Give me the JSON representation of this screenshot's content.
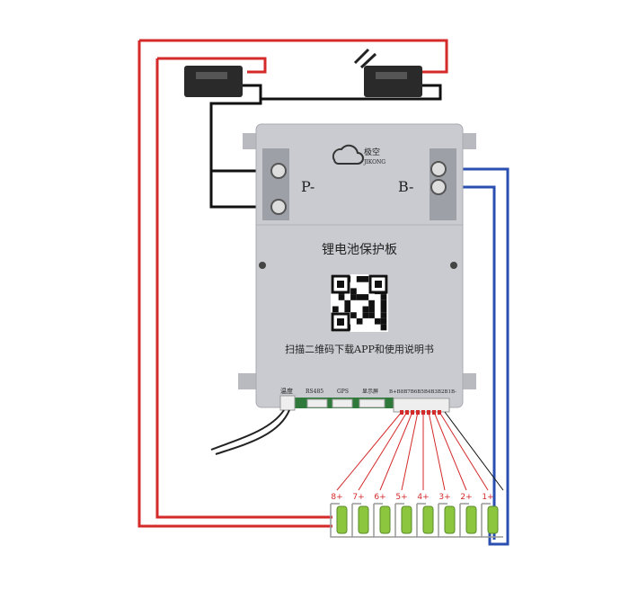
{
  "board": {
    "brand_cn": "极空",
    "brand_en": "JIKONG",
    "title": "锂电池保护板",
    "qr_caption": "扫描二维码下载APP和使用说明书",
    "p_minus": "P-",
    "b_minus": "B-"
  },
  "ports": {
    "temp": "温度",
    "rs485": "RS485",
    "gps": "GPS",
    "display": "显示屏",
    "balance": "B+B8B7B6B5B4B3B2B1B-"
  },
  "cells": [
    "8+",
    "7+",
    "6+",
    "5+",
    "4+",
    "3+",
    "2+",
    "1+"
  ],
  "colors": {
    "red": "#d42a2a",
    "blue": "#2a4fb0",
    "board": "#c9cbd0",
    "cell": "#8cc63f"
  }
}
